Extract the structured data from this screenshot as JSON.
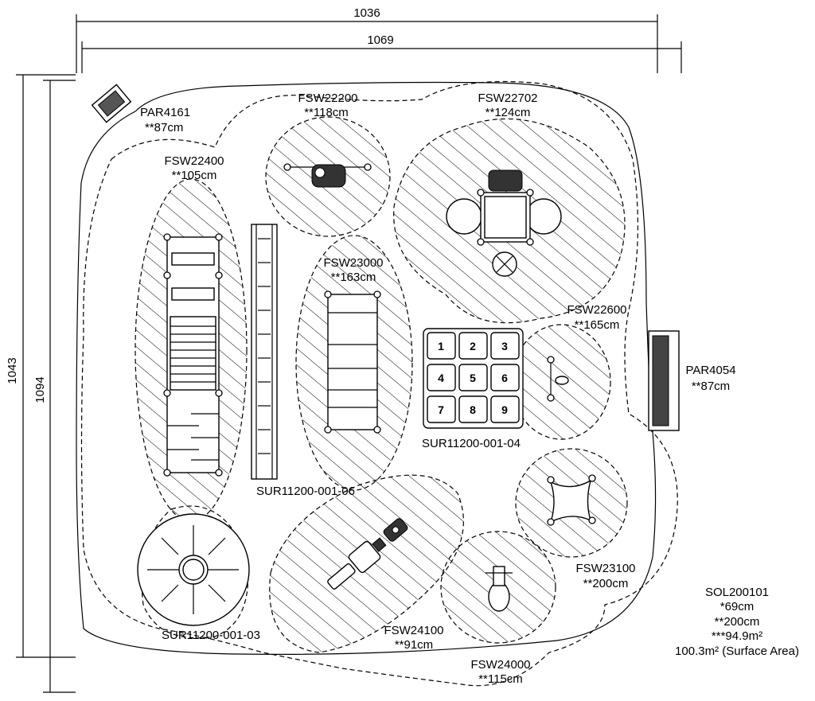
{
  "dimensions": {
    "width_top": "1036",
    "width_inner": "1069",
    "height_outer": "1043",
    "height_inner": "1094"
  },
  "labels": {
    "par4161": {
      "code": "PAR4161",
      "height": "**87cm"
    },
    "fsw22200": {
      "code": "FSW22200",
      "height": "**118cm"
    },
    "fsw22702": {
      "code": "FSW22702",
      "height": "**124cm"
    },
    "fsw22400": {
      "code": "FSW22400",
      "height": "**105cm"
    },
    "fsw23000": {
      "code": "FSW23000",
      "height": "**163cm"
    },
    "fsw22600": {
      "code": "FSW22600",
      "height": "**165cm"
    },
    "par4054": {
      "code": "PAR4054",
      "height": "**87cm"
    },
    "sur04": {
      "code": "SUR11200-001-04"
    },
    "sur06": {
      "code": "SUR11200-001-06"
    },
    "sur03": {
      "code": "SUR11200-001-03"
    },
    "fsw23100": {
      "code": "FSW23100",
      "height": "**200cm"
    },
    "fsw24100": {
      "code": "FSW24100",
      "height": "**91cm"
    },
    "fsw24000": {
      "code": "FSW24000",
      "height": "**115cm"
    }
  },
  "summary": {
    "code": "SOL200101",
    "line1": "*69cm",
    "line2": "**200cm",
    "line3": "***94.9m²",
    "line4": "100.3m² (Surface Area)"
  },
  "hopscotch": [
    "1",
    "2",
    "3",
    "4",
    "5",
    "6",
    "7",
    "8",
    "9"
  ]
}
